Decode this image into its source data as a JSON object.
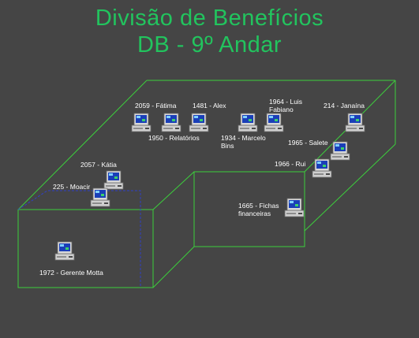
{
  "header": {
    "title": "Divisão de Benefícios",
    "subtitle": "DB - 9º Andar"
  },
  "colors": {
    "background": "#454545",
    "title": "#22c45e",
    "outline": "#3ccf3c",
    "highlight": "#3040c8",
    "label": "#ffffff"
  },
  "stations": [
    {
      "id": "fatima",
      "label": "2059 - Fátima",
      "icon": "computer-icon"
    },
    {
      "id": "alex",
      "label": "1481 - Alex",
      "icon": "computer-icon"
    },
    {
      "id": "relatorios",
      "label": "1950 - Relatórios",
      "icon": "computer-icon"
    },
    {
      "id": "marcelo",
      "label": "1934 - Marcelo\nBins",
      "icon": "computer-icon"
    },
    {
      "id": "luis",
      "label": "1964 - Luis\nFabiano",
      "icon": "computer-icon"
    },
    {
      "id": "janaina",
      "label": "214 - Janaína",
      "icon": "computer-icon"
    },
    {
      "id": "salete",
      "label": "1965 - Salete",
      "icon": "computer-icon"
    },
    {
      "id": "rui",
      "label": "1966 - Rui",
      "icon": "computer-icon"
    },
    {
      "id": "katia",
      "label": "2057 - Kátia",
      "icon": "computer-icon"
    },
    {
      "id": "moacir",
      "label": "225 - Moacir",
      "icon": "computer-icon"
    },
    {
      "id": "fichas",
      "label": "1665 - Fichas\nfinanceiras",
      "icon": "computer-icon"
    },
    {
      "id": "motta",
      "label": "1972 - Gerente Motta",
      "icon": "computer-icon"
    }
  ]
}
